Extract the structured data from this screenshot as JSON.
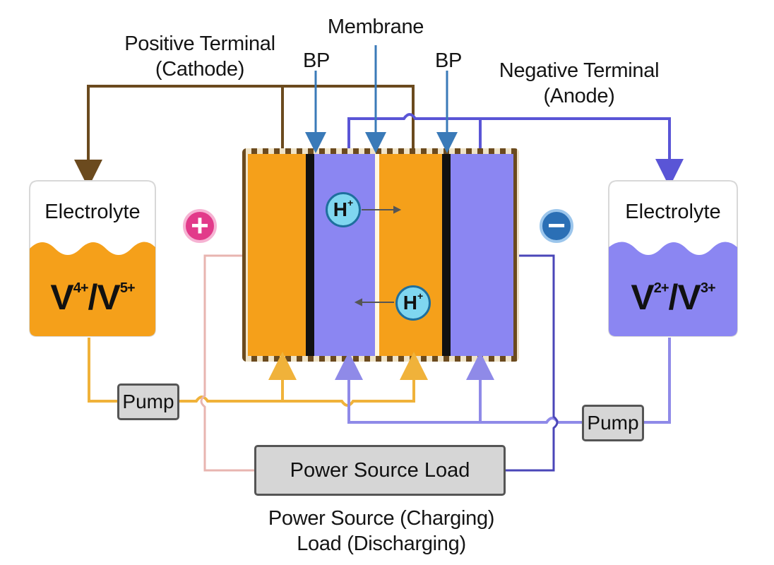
{
  "labels": {
    "positive_terminal": [
      "Positive Terminal",
      "(Cathode)"
    ],
    "membrane": "Membrane",
    "bp_left": "BP",
    "bp_right": "BP",
    "negative_terminal": [
      "Negative Terminal",
      "(Anode)"
    ],
    "power_caption": [
      "Power Source (Charging)",
      "Load (Discharging)"
    ]
  },
  "left_tank": {
    "heading": "Electrolyte",
    "species_a": "V",
    "charge_a": "4+",
    "species_b": "V",
    "charge_b": "5+"
  },
  "right_tank": {
    "heading": "Electrolyte",
    "species_a": "V",
    "charge_a": "2+",
    "species_b": "V",
    "charge_b": "3+"
  },
  "pumps": {
    "left": "Pump",
    "right": "Pump"
  },
  "power_box": "Power Source Load",
  "ions": {
    "top": {
      "symbol": "H",
      "charge": "+"
    },
    "bottom": {
      "symbol": "H",
      "charge": "+"
    }
  },
  "signs": {
    "positive": "+",
    "negative": "−"
  },
  "colors": {
    "orange": "#f5a01a",
    "purple": "#8b86f2",
    "brown": "#6b4a1e",
    "blue_line": "#5a55d6",
    "pink_line": "#e8b5b0",
    "arrow_blue": "#3a7ab8",
    "ion_fill": "#7fd6f0",
    "positive_sign": "#e23a8a",
    "negative_sign": "#2b6fb5"
  }
}
